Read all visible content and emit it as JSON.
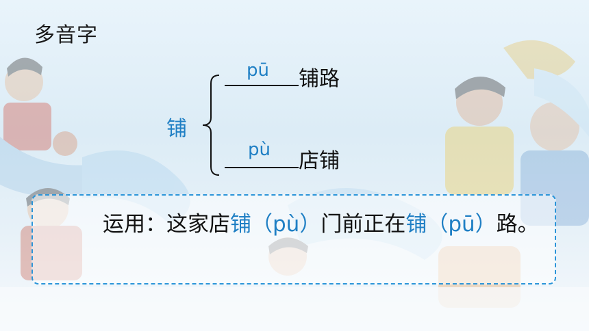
{
  "title": "多音字",
  "character": "铺",
  "readings": [
    {
      "pinyin": "pū",
      "word": "铺路"
    },
    {
      "pinyin": "pù",
      "word": "店铺"
    }
  ],
  "usage": {
    "label": "运用：",
    "part1": "这家店",
    "char1": "铺",
    "pinyin1": "（pù）",
    "part2": "门前正在",
    "char2": "铺",
    "pinyin2": "（pū）",
    "part3": "路。"
  },
  "colors": {
    "accent": "#1f7fc4",
    "border": "#2b95d9",
    "text": "#111111"
  }
}
